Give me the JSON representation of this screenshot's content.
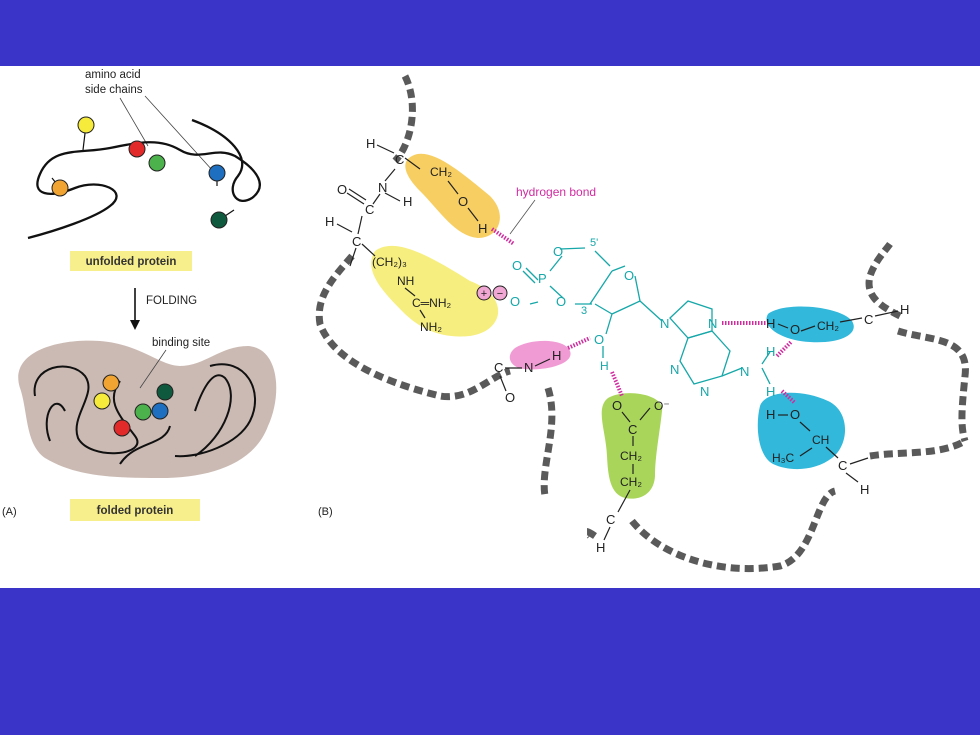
{
  "panel_a": {
    "side_chains_label_1": "amino acid",
    "side_chains_label_2": "side chains",
    "unfolded_label": "unfolded protein",
    "folding_label": "FOLDING",
    "binding_site_label": "binding site",
    "folded_label": "folded protein",
    "panel_letter": "(A)"
  },
  "panel_b": {
    "panel_letter": "(B)",
    "hydrogen_bond_label": "hydrogen bond",
    "atoms": {
      "h": "H",
      "c": "C",
      "n": "N",
      "o": "O",
      "p": "P",
      "ch2": "CH₂",
      "ch": "CH",
      "h3c": "H₃C",
      "ch2_3": "(CH₂)₃",
      "nh": "NH",
      "nh2": "NH₂",
      "c_eq_nh2": "C═NH₂",
      "ominus": "O⁻",
      "five_prime": "5'",
      "three": "3",
      "plus": "+",
      "minus": "−"
    }
  },
  "colors": {
    "bar": "#3a34c8",
    "yellow_ball": "#f6ea3a",
    "red_ball": "#e22a2a",
    "green_ball": "#4cb24c",
    "blue_ball": "#1e6fc0",
    "orange_ball": "#f1a431",
    "darkgreen_ball": "#0f5a3e",
    "label_bg": "#f7ee8c",
    "folded_bg": "#cbbab3",
    "orange_blob": "#f7ce62",
    "yellow_blob": "#f6ee7e",
    "pink_blob": "#f19bd4",
    "green_blob": "#a9d65a",
    "cyan_blob": "#31b8db",
    "molecule": "#16a7a9",
    "hbond": "#d02ca0"
  }
}
